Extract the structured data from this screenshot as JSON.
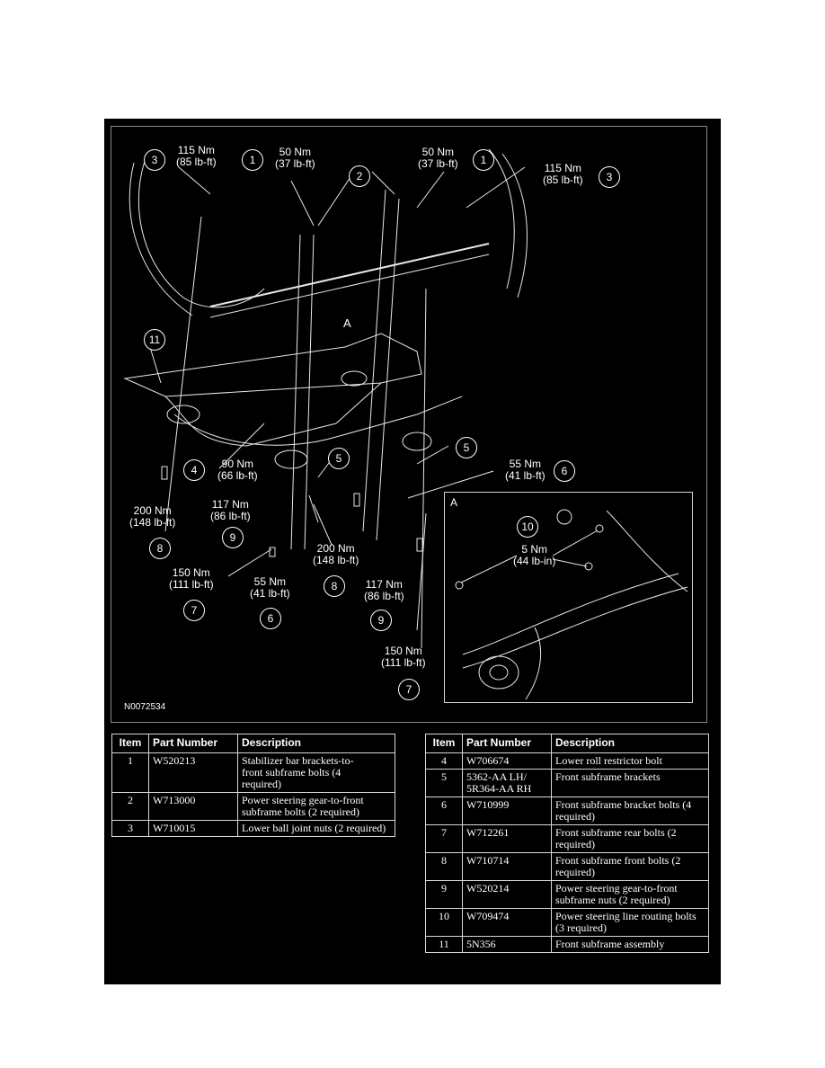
{
  "figure": {
    "id": "N0072534",
    "detail_view_letter": "A",
    "view_marker": "A",
    "callouts": [
      {
        "num": "3",
        "torque_nm": "115 Nm",
        "torque_imp": "(85 lb-ft)"
      },
      {
        "num": "1",
        "torque_nm": "50 Nm",
        "torque_imp": "(37 lb-ft)"
      },
      {
        "num": "2"
      },
      {
        "num": "1",
        "torque_nm": "50 Nm",
        "torque_imp": "(37 lb-ft)"
      },
      {
        "num": "3",
        "torque_nm": "115 Nm",
        "torque_imp": "(85 lb-ft)"
      },
      {
        "num": "11"
      },
      {
        "num": "4",
        "torque_nm": "90 Nm",
        "torque_imp": "(66 lb-ft)"
      },
      {
        "num": "5"
      },
      {
        "num": "5"
      },
      {
        "num": "6",
        "torque_nm": "55 Nm",
        "torque_imp": "(41 lb-ft)"
      },
      {
        "num": "8",
        "torque_nm": "200 Nm",
        "torque_imp": "(148 lb-ft)"
      },
      {
        "num": "9",
        "torque_nm": "117 Nm",
        "torque_imp": "(86 lb-ft)"
      },
      {
        "num": "7",
        "torque_nm": "150 Nm",
        "torque_imp": "(111 lb-ft)"
      },
      {
        "num": "6",
        "torque_nm": "55 Nm",
        "torque_imp": "(41 lb-ft)"
      },
      {
        "num": "8",
        "torque_nm": "200 Nm",
        "torque_imp": "(148 lb-ft)"
      },
      {
        "num": "9",
        "torque_nm": "117 Nm",
        "torque_imp": "(86 lb-ft)"
      },
      {
        "num": "7",
        "torque_nm": "150 Nm",
        "torque_imp": "(111 lb-ft)"
      },
      {
        "num": "10",
        "torque_nm": "5 Nm",
        "torque_imp": "(44 lb-in)"
      }
    ]
  },
  "table_headers": {
    "item": "Item",
    "part_number": "Part Number",
    "description": "Description"
  },
  "table_left": [
    {
      "item": "1",
      "part": "W520213",
      "desc": "Stabilizer bar brackets-to-front subframe bolts (4 required)"
    },
    {
      "item": "2",
      "part": "W713000",
      "desc": "Power steering gear-to-front subframe bolts (2 required)"
    },
    {
      "item": "3",
      "part": "W710015",
      "desc": "Lower ball joint nuts (2 required)"
    }
  ],
  "table_right": [
    {
      "item": "4",
      "part": "W706674",
      "desc": "Lower roll restrictor bolt"
    },
    {
      "item": "5",
      "part": "5362-AA LH/ 5R364-AA RH",
      "desc": "Front subframe brackets"
    },
    {
      "item": "6",
      "part": "W710999",
      "desc": "Front subframe bracket bolts (4 required)"
    },
    {
      "item": "7",
      "part": "W712261",
      "desc": "Front subframe rear bolts (2 required)"
    },
    {
      "item": "8",
      "part": "W710714",
      "desc": "Front subframe front bolts (2 required)"
    },
    {
      "item": "9",
      "part": "W520214",
      "desc": "Power steering gear-to-front subframe nuts (2 required)"
    },
    {
      "item": "10",
      "part": "W709474",
      "desc": "Power steering line routing bolts (3 required)"
    },
    {
      "item": "11",
      "part": "5N356",
      "desc": "Front subframe assembly"
    }
  ]
}
